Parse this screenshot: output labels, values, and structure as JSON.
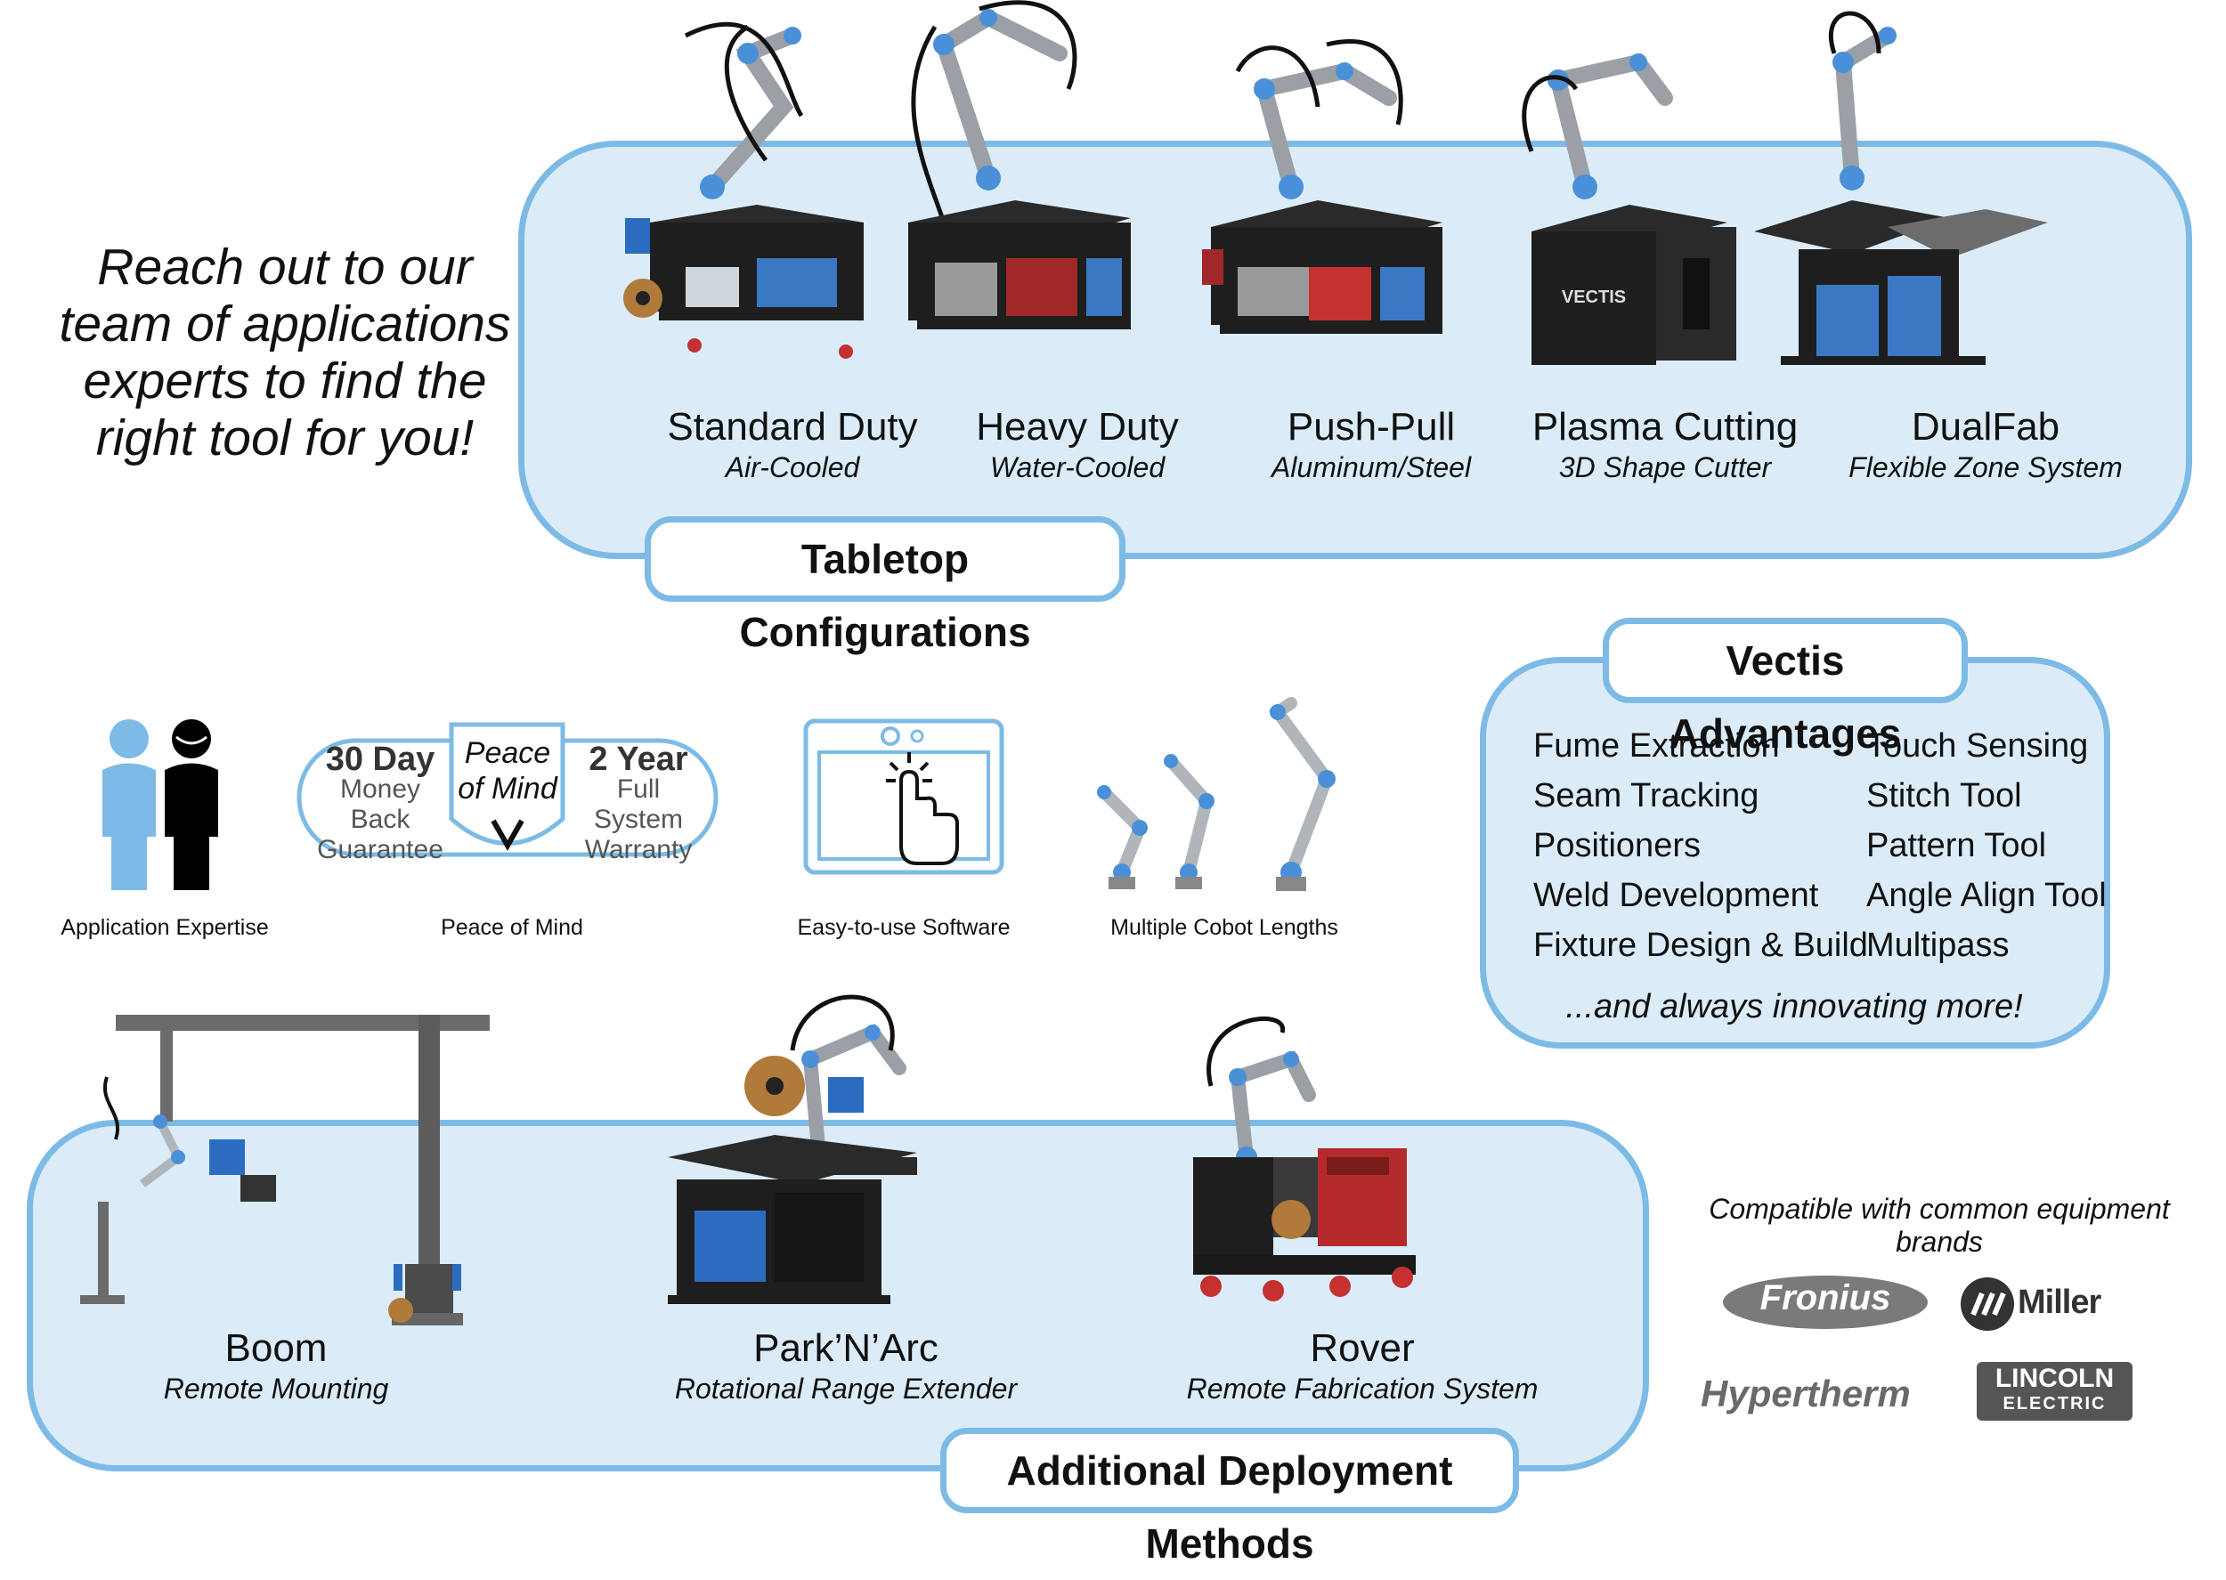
{
  "tagline": {
    "line1": "Reach out to our",
    "line2": "team of applications",
    "line3": "experts to find the",
    "line4": "right tool for you!"
  },
  "tabletop": {
    "label": "Tabletop Configurations",
    "products": [
      {
        "name": "Standard Duty",
        "subtitle": "Air-Cooled"
      },
      {
        "name": "Heavy Duty",
        "subtitle": "Water-Cooled"
      },
      {
        "name": "Push-Pull",
        "subtitle": "Aluminum/Steel"
      },
      {
        "name": "Plasma Cutting",
        "subtitle": "3D Shape Cutter"
      },
      {
        "name": "DualFab",
        "subtitle": "Flexible Zone System"
      }
    ],
    "cart_logo": "VECTIS"
  },
  "features": [
    {
      "label": "Application Expertise",
      "icon": "people-icon"
    },
    {
      "label": "Peace of Mind",
      "icon": "shield-badge-icon"
    },
    {
      "label": "Easy-to-use Software",
      "icon": "touchscreen-icon"
    },
    {
      "label": "Multiple Cobot Lengths",
      "icon": "cobot-arms-icon"
    }
  ],
  "peace_badge": {
    "left_big": "30 Day",
    "left_small1": "Money Back",
    "left_small2": "Guarantee",
    "center1": "Peace",
    "center2": "of Mind",
    "right_big": "2 Year",
    "right_small1": "Full System",
    "right_small2": "Warranty"
  },
  "advantages": {
    "title": "Vectis Advantages",
    "left": [
      "Fume Extraction",
      "Seam Tracking",
      "Positioners",
      "Weld Development",
      "Fixture Design & Build"
    ],
    "right": [
      "Touch Sensing",
      "Stitch Tool",
      "Pattern Tool",
      "Angle Align Tool",
      "Multipass"
    ],
    "footer": "...and always innovating more!"
  },
  "deployment": {
    "label": "Additional Deployment Methods",
    "products": [
      {
        "name": "Boom",
        "subtitle": "Remote Mounting"
      },
      {
        "name": "Park’N’Arc",
        "subtitle": "Rotational Range Extender"
      },
      {
        "name": "Rover",
        "subtitle": "Remote Fabrication System"
      }
    ]
  },
  "compatibility": {
    "text": "Compatible with common equipment brands",
    "brands": [
      "Fronius",
      "Miller",
      "Hypertherm",
      "LINCOLN",
      "ELECTRIC"
    ]
  },
  "colors": {
    "panel_fill": "#dbecf8",
    "panel_border": "#7dbbe6",
    "cobot_blue": "#4a90d9",
    "machine_dark": "#1e1e1e"
  }
}
